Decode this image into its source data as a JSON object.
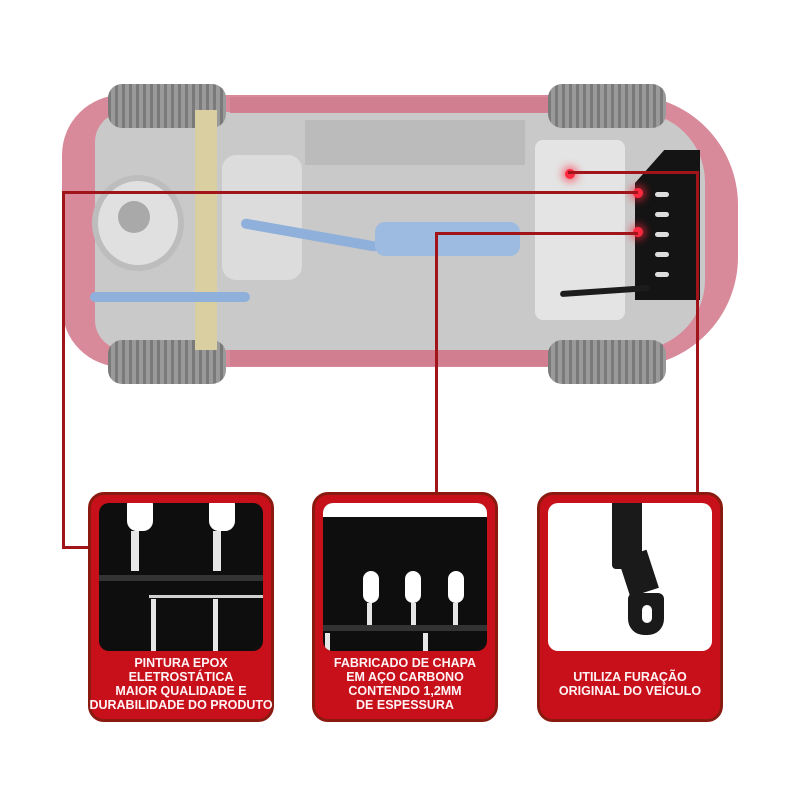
{
  "illustration": {
    "subject": "car-underbody-with-skid-plate",
    "accent_color": "#c8101a",
    "leader_line_color": "#a0141a",
    "car_tint_color": "#d98a9a",
    "plate_color": "#141414"
  },
  "panels": [
    {
      "id": "epox",
      "image": "close-up-black-plate-surface",
      "lines": [
        "PINTURA EPOX",
        "ELETROSTÁTICA",
        "MAIOR QUALIDADE E",
        "DURABILIDADE DO PRODUTO"
      ]
    },
    {
      "id": "carbon-steel",
      "image": "close-up-plate-slots",
      "lines": [
        "FABRICADO DE CHAPA",
        "EM AÇO CARBONO",
        "CONTENDO 1,2MM",
        "DE ESPESSURA"
      ]
    },
    {
      "id": "original-holes",
      "image": "mounting-bracket",
      "lines": [
        "UTILIZA FURAÇÃO",
        "ORIGINAL DO VEÍCULO"
      ]
    }
  ]
}
